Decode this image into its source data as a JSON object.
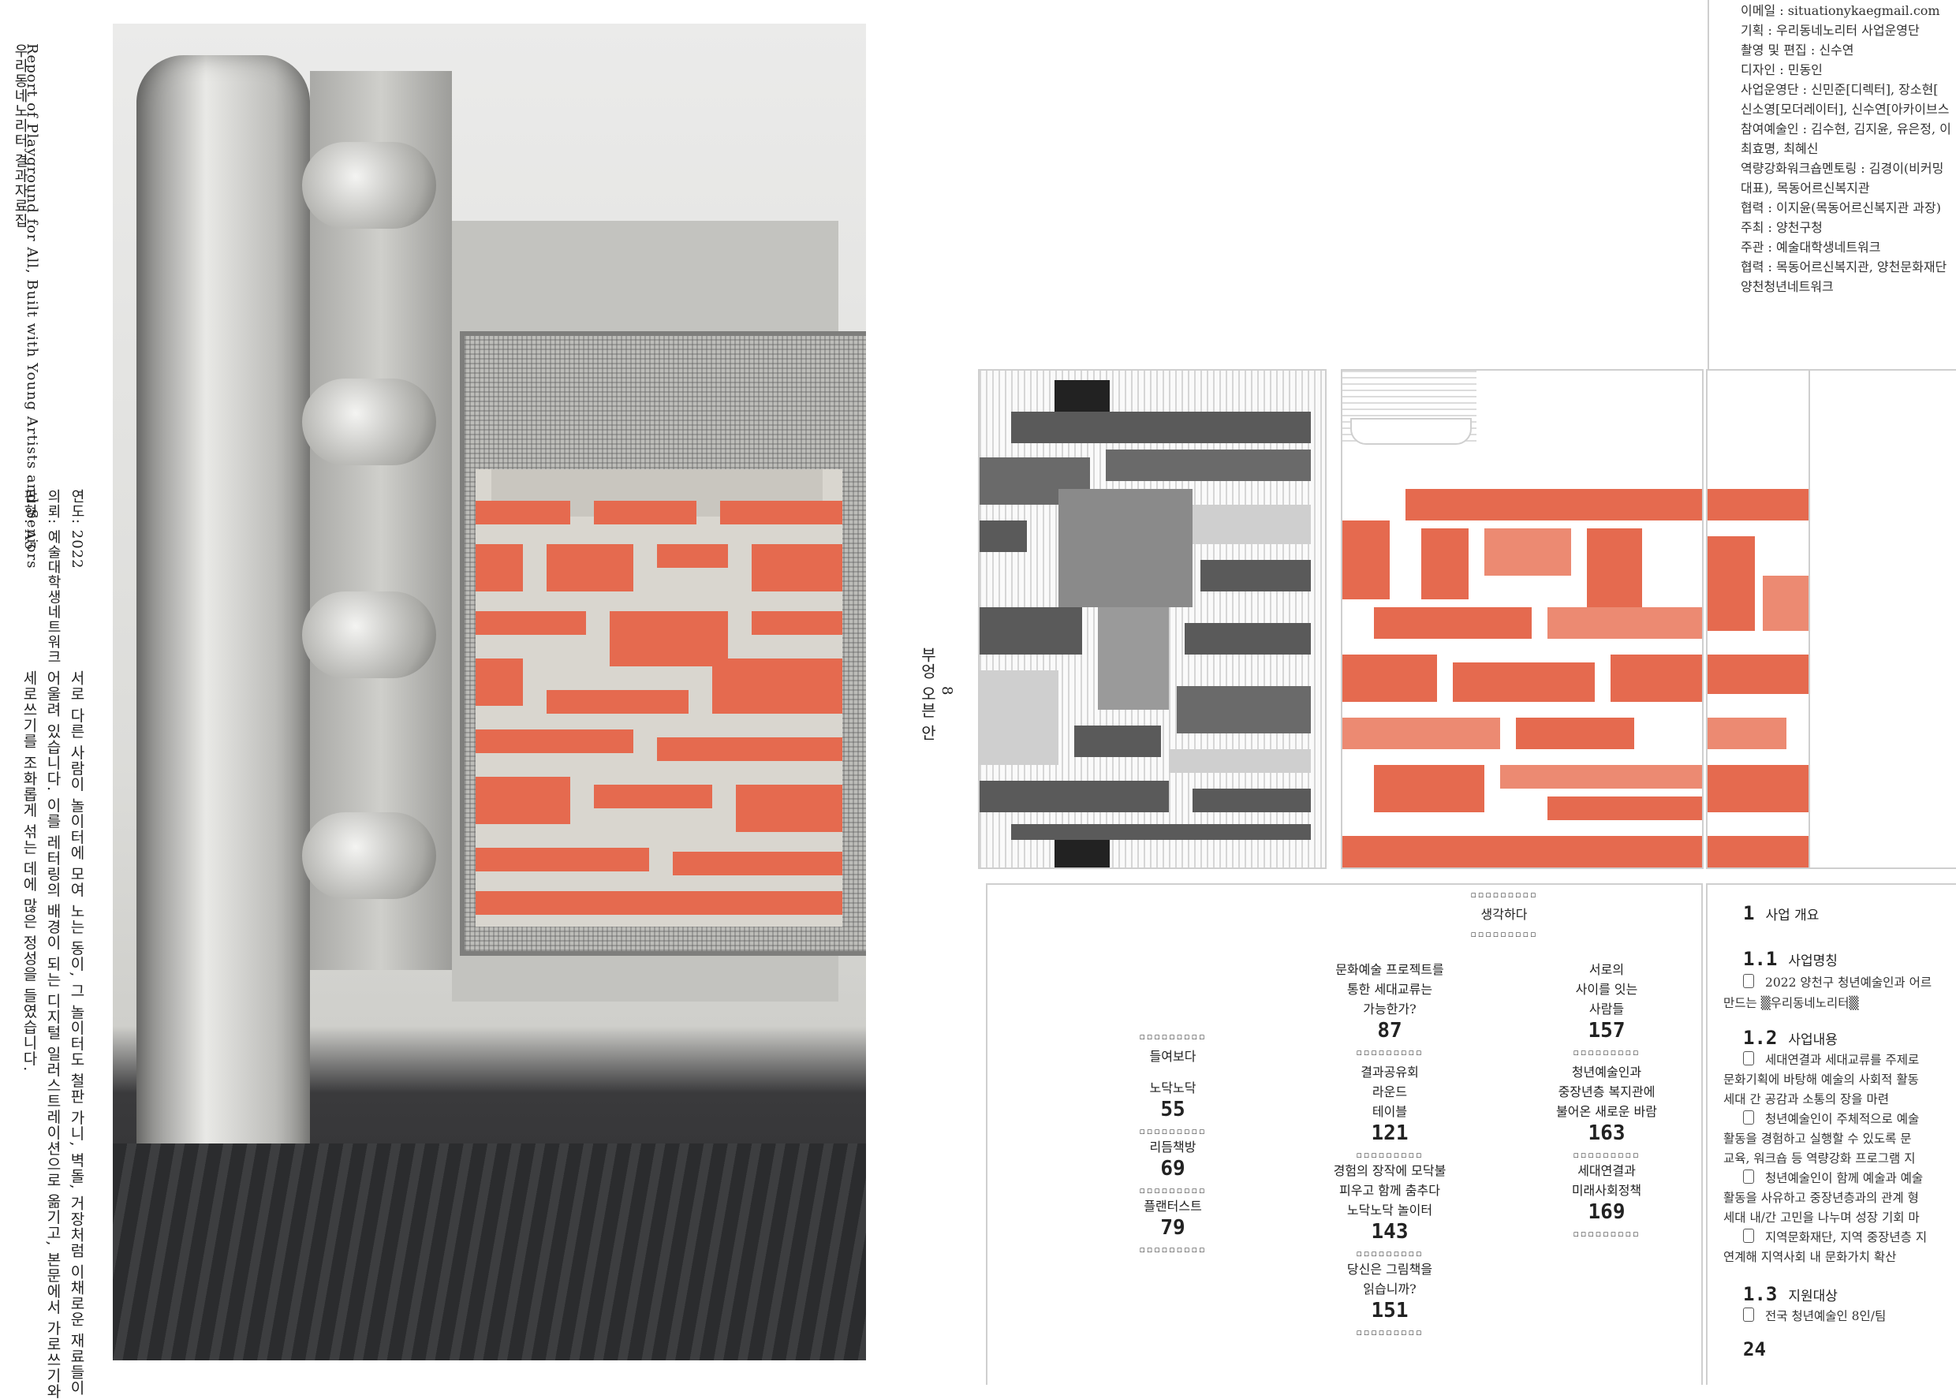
{
  "left_page": {
    "meta_lines": [
      "우리동네노리터 결과자료집",
      "Report of Playground for All, Built with Young Artists and Seniors",
      "연도: 2022",
      "의뢰: 예술대학생네트워크",
      "판형: A5"
    ],
    "body_lines": [
      "서로 다른 사람이 놀이터에 모여 노는 동이, 그 놀이터도 철판 가니, 벽돌, 거장처럼 이채로운 재료들이",
      "어울려 있습니다. 이를 레터링의 배경이 되는 디지털 일러스트레이션으로 옮기고, 본문에서 가로쓰기와",
      "세로쓰기를 조화롭게 섞는 데에 많은 정성을 들였습니다."
    ]
  },
  "credits": {
    "lines": [
      "이메일 : situationykaegmail.com",
      "기획 : 우리동네노리터 사업운영단",
      "촬영 및 편집 : 신수연",
      "디자인 : 민동인",
      "사업운영단 : 신민준[디렉터], 장소현[",
      "신소영[모더레이터], 신수연[아카이브스",
      "참여예술인 : 김수현, 김지윤, 유은정, 이",
      "최효명, 최혜신",
      "역량강화워크숍멘토링 : 김경이(비커밍",
      "대표), 목동어르신복지관",
      "협력 : 이지윤(목동어르신복지관 과장)",
      "주최 : 양천구청",
      "주관 : 예술대학생네트워크",
      "협력 : 목동어르신복지관, 양천문화재단",
      "양천청년네트워크"
    ]
  },
  "spine": {
    "title": "부엉 오븐 안",
    "page": "8"
  },
  "toc": {
    "dots": "▫▫▫▫▫▫▫▫▫",
    "columns": [
      [
        {
          "title": [
            "들여보다"
          ],
          "page": ""
        },
        {
          "title": [
            "노닥노닥"
          ],
          "page": "55"
        },
        {
          "title": [
            "리듬책방"
          ],
          "page": "69"
        },
        {
          "title": [
            "플랜터스트"
          ],
          "page": "79"
        }
      ],
      [
        {
          "title": [
            "생각하다"
          ],
          "page": ""
        },
        {
          "title": [
            "문화예술 프로젝트를",
            "통한 세대교류는",
            "가능한가?"
          ],
          "page": "87"
        },
        {
          "title": [
            "결과공유회",
            "라운드",
            "테이블"
          ],
          "page": "121"
        },
        {
          "title": [
            "경험의 장작에 모닥불",
            "피우고 함께 춤추다",
            "노닥노닥 놀이터"
          ],
          "page": "143"
        },
        {
          "title": [
            "당신은 그림책을",
            "읽습니까?"
          ],
          "page": "151"
        }
      ],
      [
        {
          "title": [
            "서로의",
            "사이를 잇는",
            "사람들"
          ],
          "page": "157"
        },
        {
          "title": [
            "청년예술인과",
            "중장년층 복지관에",
            "불어온 새로운 바람"
          ],
          "page": "163"
        },
        {
          "title": [
            "세대연결과",
            "미래사회정책"
          ],
          "page": "169"
        }
      ]
    ]
  },
  "overview": {
    "sections": [
      {
        "num": "1",
        "title": "사업 개요"
      },
      {
        "num": "1.1",
        "title": "사업명칭"
      },
      {
        "num": "1.2",
        "title": "사업내용"
      },
      {
        "num": "1.3",
        "title": "지원대상"
      }
    ],
    "s11_lines": [
      "2022 양천구 청년예술인과 어르",
      "만드는 ▒우리동네노리터▒"
    ],
    "s12_lines": [
      "세대연결과 세대교류를 주제로",
      "문화기획에 바탕해 예술의 사회적 활동",
      "세대 간 공감과 소통의 장을 마련",
      "청년예술인이 주체적으로 예술",
      "활동을 경험하고 실행할 수 있도록 문",
      "교육, 워크숍 등 역량강화 프로그램 지",
      "청년예술인이 함께 예술과 예술",
      "활동을 사유하고 중장년층과의 관계 형",
      "세대 내/간 고민을 나누며 성장 기회 마",
      "지역문화재단, 지역 중장년층 지",
      "연계해 지역사회 내 문화가치 확산"
    ],
    "s13_lines": [
      "전국 청년예술인 8인/팀"
    ],
    "page_number": "24"
  },
  "colors": {
    "accent_red": "#e56a4f",
    "grey_dark": "#555555",
    "border": "#cfcfcf"
  }
}
